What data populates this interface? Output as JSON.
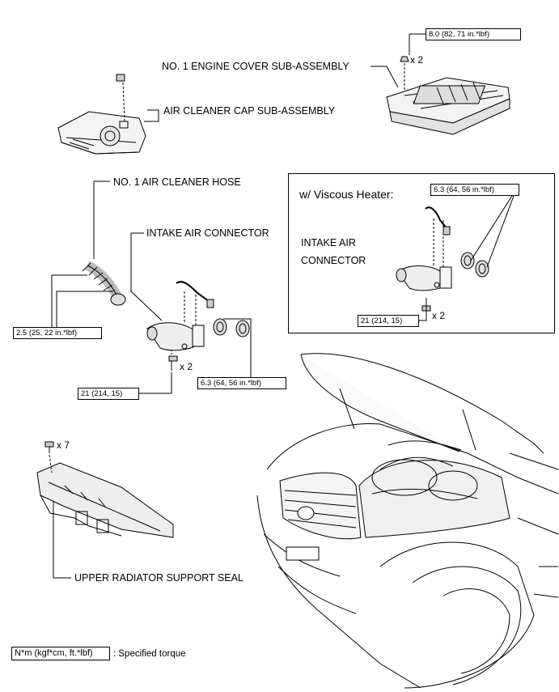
{
  "parts": {
    "engine_cover": "NO. 1 ENGINE COVER SUB-ASSEMBLY",
    "air_cleaner_cap": "AIR CLEANER CAP SUB-ASSEMBLY",
    "air_cleaner_hose": "NO. 1 AIR CLEANER HOSE",
    "intake_air_connector": "INTAKE AIR CONNECTOR",
    "intake_air_connector_inset_line1": "INTAKE AIR",
    "intake_air_connector_inset_line2": "CONNECTOR",
    "upper_radiator_support_seal": "UPPER RADIATOR SUPPORT SEAL"
  },
  "inset": {
    "title": "w/ Viscous Heater:"
  },
  "torques": {
    "engine_cover_nut": "8.0 (82, 71 in.*lbf)",
    "hose_clamp": "2.5 (25, 22 in.*lbf)",
    "connector_bolt": "21 (214, 15)",
    "connector_clamp": "6.3 (64, 56 in.*lbf)",
    "inset_clamp": "6.3 (64, 56 in.*lbf)",
    "inset_bolt": "21 (214, 15)"
  },
  "quantities": {
    "engine_cover_nut": "x 2",
    "connector_bolt": "x 2",
    "inset_bolt": "x 2",
    "seal_clip": "x 7"
  },
  "legend": {
    "unit_box": "N*m (kgf*cm, ft.*lbf)",
    "description": ": Specified torque"
  }
}
